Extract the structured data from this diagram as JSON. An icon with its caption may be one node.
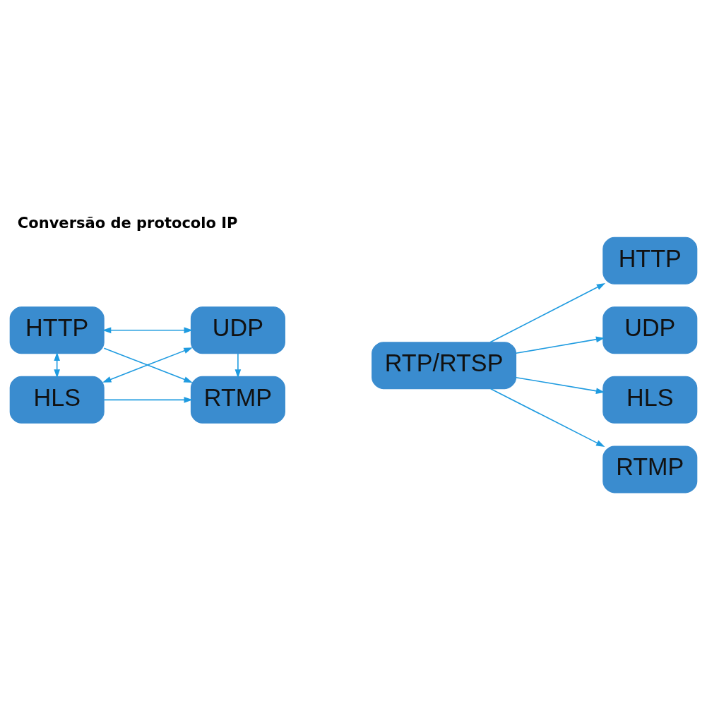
{
  "diagram": {
    "title": "Conversão de protocolo IP",
    "nodes": [
      {
        "text": [
          "HTTP"
        ]
      },
      {
        "text": [
          "RTMP"
        ]
      },
      {
        "text": [
          "HLS"
        ]
      },
      {
        "text": [
          "UDP"
        ]
      },
      {
        "text": [
          "RTP/RTSP"
        ]
      },
      {
        "text": [
          "HTTP"
        ]
      },
      {
        "text": [
          "UDP"
        ]
      },
      {
        "text": [
          "HLS"
        ]
      },
      {
        "text": [
          "RTMP"
        ]
      }
    ],
    "edges": [
      {
        "from": 0,
        "to": 1,
        "arrow": "to"
      },
      {
        "from": 0,
        "to": 3,
        "arrow": "both"
      },
      {
        "from": 0,
        "to": 2,
        "arrow": "both"
      },
      {
        "from": 2,
        "to": 1,
        "arrow": "to"
      },
      {
        "from": 2,
        "to": 3,
        "arrow": "both"
      },
      {
        "from": 3,
        "to": 1,
        "arrow": "to"
      },
      {
        "from": 4,
        "to": 5,
        "arrow": "to"
      },
      {
        "from": 4,
        "to": 6,
        "arrow": "to"
      },
      {
        "from": 4,
        "to": 7,
        "arrow": "to"
      },
      {
        "from": 4,
        "to": 8,
        "arrow": "to"
      }
    ]
  }
}
